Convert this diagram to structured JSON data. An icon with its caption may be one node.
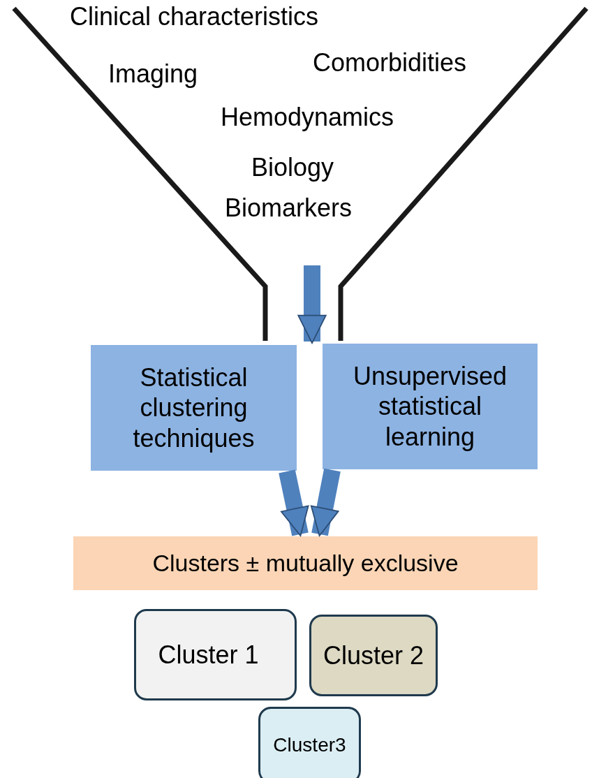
{
  "diagram": {
    "nodes": [
      {
        "text": [
          "Clinical characteristics",
          "Imaging",
          "Comorbidities",
          "Hemodynamics",
          "Biology",
          "Biomarkers"
        ]
      },
      {
        "text": [
          "Statistical clustering techniques"
        ]
      },
      {
        "text": [
          "Unsupervised statistical learning"
        ]
      },
      {
        "text": [
          "Clusters ± mutually exclusive"
        ]
      },
      {
        "text": [
          "Cluster 1"
        ]
      },
      {
        "text": [
          "Cluster 2"
        ]
      },
      {
        "text": [
          "Cluster3"
        ]
      }
    ],
    "edges": [
      {
        "from": 0,
        "to": 1,
        "arrow": "to"
      },
      {
        "from": 0,
        "to": 2,
        "arrow": "to"
      },
      {
        "from": 1,
        "to": 3,
        "arrow": "to"
      },
      {
        "from": 2,
        "to": 3,
        "arrow": "to"
      }
    ]
  }
}
